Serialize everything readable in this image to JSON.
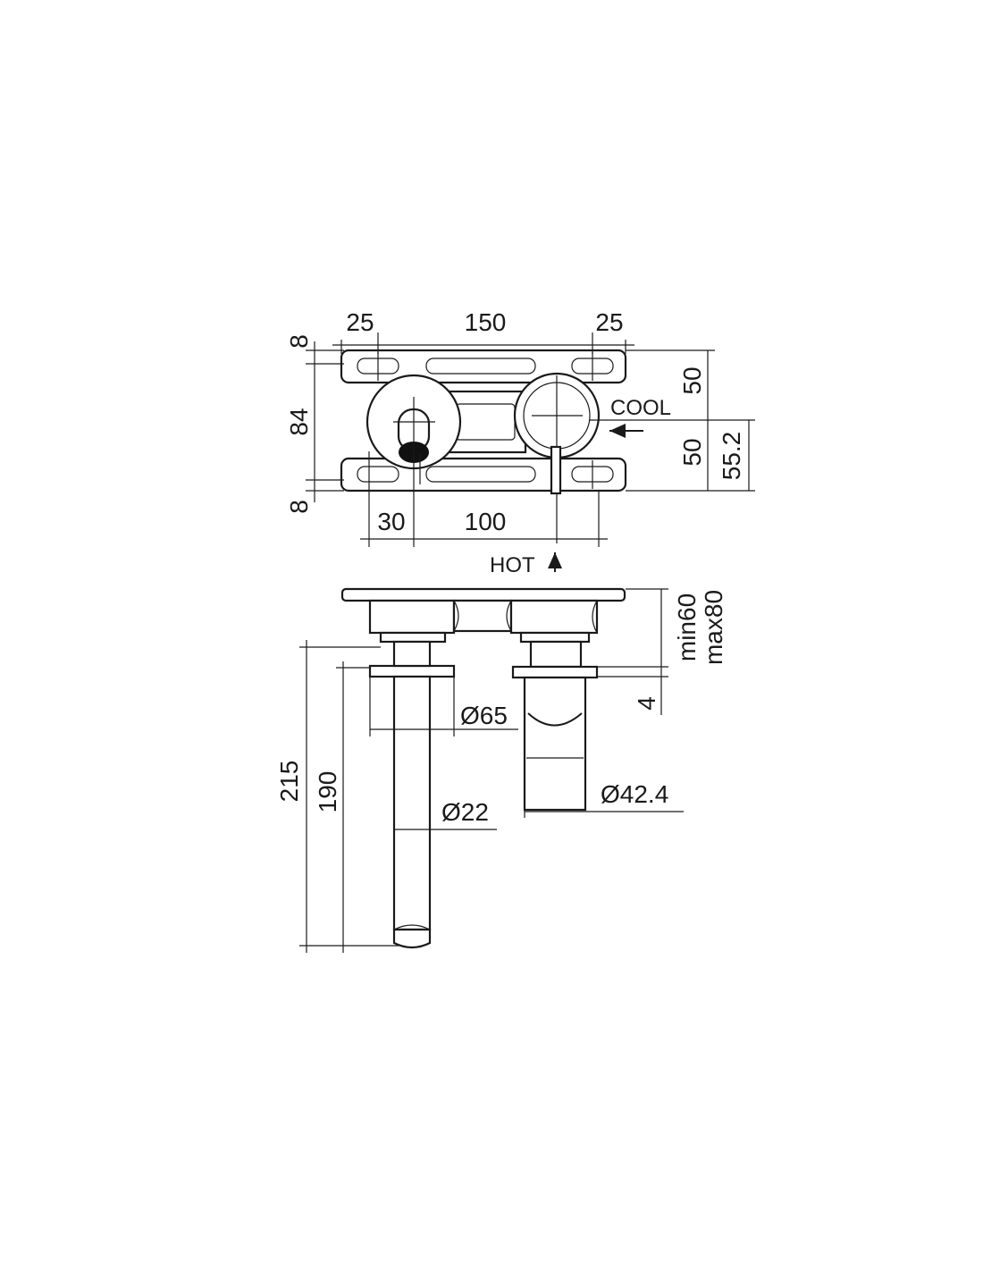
{
  "top_view": {
    "dim_left_slot": "25",
    "dim_center": "150",
    "dim_right_slot": "25",
    "dim_top_margin": "8",
    "dim_height": "84",
    "dim_bottom_margin": "8",
    "dim_right_upper": "50",
    "dim_right_lower": "50",
    "dim_overall_right": "55.2",
    "dim_offset": "30",
    "dim_spacing": "100",
    "label_cool": "COOL",
    "label_hot": "HOT"
  },
  "side_view": {
    "dim_depth_min": "min60",
    "dim_depth_max": "max80",
    "dim_flange": "4",
    "dim_dia_flange": "Ø65",
    "dim_dia_spout": "Ø22",
    "dim_dia_handle": "Ø42.4",
    "dim_len_total": "215",
    "dim_len_spout": "190"
  },
  "colors": {
    "line": "#1a1a1a",
    "background": "#ffffff"
  }
}
